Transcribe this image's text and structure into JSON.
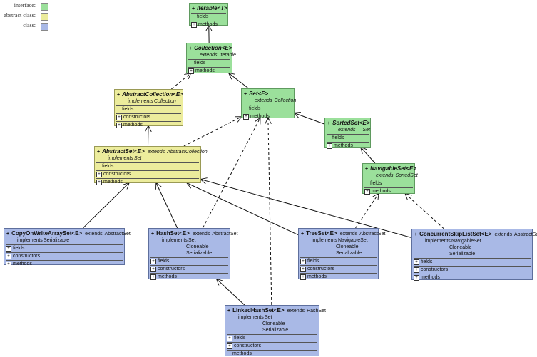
{
  "legend": [
    {
      "label": "interface:",
      "color": "#9be09b"
    },
    {
      "label": "abstract class:",
      "color": "#ecec9c"
    },
    {
      "label": "class:",
      "color": "#a9b9e6"
    }
  ],
  "nodes": {
    "iterable": {
      "name": "Iterable<T>",
      "kind": "interface",
      "rows": [],
      "sections": [
        {
          "label": "fields",
          "toggle": false
        },
        {
          "label": "methods",
          "toggle": true
        }
      ]
    },
    "collection": {
      "name": "Collection<E>",
      "kind": "interface",
      "rows": [
        {
          "rel": "extends",
          "target": "Iterable"
        }
      ],
      "sections": [
        {
          "label": "fields",
          "toggle": false
        },
        {
          "label": "methods",
          "toggle": true
        }
      ]
    },
    "abstractcollection": {
      "name": "AbstractCollection<E>",
      "kind": "abstract",
      "rows": [
        {
          "rel": "implements",
          "target": "Collection"
        }
      ],
      "sections": [
        {
          "label": "fields",
          "toggle": false
        },
        {
          "label": "constructors",
          "toggle": true
        },
        {
          "label": "methods",
          "toggle": true
        }
      ]
    },
    "set": {
      "name": "Set<E>",
      "kind": "interface",
      "rows": [
        {
          "rel": "extends",
          "target": "Collection"
        }
      ],
      "sections": [
        {
          "label": "fields",
          "toggle": false
        },
        {
          "label": "methods",
          "toggle": true
        }
      ]
    },
    "sortedset": {
      "name": "SortedSet<E>",
      "kind": "interface",
      "rows": [
        {
          "rel": "extends",
          "target": "Set"
        }
      ],
      "sections": [
        {
          "label": "fields",
          "toggle": false
        },
        {
          "label": "methods",
          "toggle": true
        }
      ]
    },
    "abstractset": {
      "name": "AbstractSet<E>",
      "kind": "abstract",
      "inline": {
        "rel": "extends",
        "target": "AbstractCollection"
      },
      "rows": [
        {
          "rel": "implements",
          "target": "Set"
        }
      ],
      "sections": [
        {
          "label": "fields",
          "toggle": false
        },
        {
          "label": "constructors",
          "toggle": true
        },
        {
          "label": "methods",
          "toggle": true
        }
      ]
    },
    "navigableset": {
      "name": "NavigableSet<E>",
      "kind": "interface",
      "rows": [
        {
          "rel": "extends",
          "target": "SortedSet"
        }
      ],
      "sections": [
        {
          "label": "fields",
          "toggle": false
        },
        {
          "label": "methods",
          "toggle": true
        }
      ]
    },
    "copyonwritearrayset": {
      "name": "CopyOnWriteArraySet<E>",
      "kind": "class",
      "inline": {
        "rel": "extends",
        "target": "AbstractSet"
      },
      "rows": [
        {
          "rel": "implements",
          "target": "Serializable"
        }
      ],
      "sections": [
        {
          "label": "fields",
          "toggle": true
        },
        {
          "label": "constructors",
          "toggle": true
        },
        {
          "label": "methods",
          "toggle": true
        }
      ]
    },
    "hashset": {
      "name": "HashSet<E>",
      "kind": "class",
      "inline": {
        "rel": "extends",
        "target": "AbstractSet"
      },
      "rows": [
        {
          "rel": "implements",
          "target": "Set"
        },
        {
          "rel": "",
          "target": "Cloneable"
        },
        {
          "rel": "",
          "target": "Serializable"
        }
      ],
      "sections": [
        {
          "label": "fields",
          "toggle": true
        },
        {
          "label": "constructors",
          "toggle": true
        },
        {
          "label": "methods",
          "toggle": true
        }
      ]
    },
    "treeset": {
      "name": "TreeSet<E>",
      "kind": "class",
      "inline": {
        "rel": "extends",
        "target": "AbstractSet"
      },
      "rows": [
        {
          "rel": "implements",
          "target": "NavigableSet"
        },
        {
          "rel": "",
          "target": "Cloneable"
        },
        {
          "rel": "",
          "target": "Serializable"
        }
      ],
      "sections": [
        {
          "label": "fields",
          "toggle": true
        },
        {
          "label": "constructors",
          "toggle": true
        },
        {
          "label": "methods",
          "toggle": true
        }
      ]
    },
    "concurrentskiplistset": {
      "name": "ConcurrentSkipListSet<E>",
      "kind": "class",
      "inline": {
        "rel": "extends",
        "target": "AbstractSet"
      },
      "rows": [
        {
          "rel": "implements",
          "target": "NavigableSet"
        },
        {
          "rel": "",
          "target": "Cloneable"
        },
        {
          "rel": "",
          "target": "Serializable"
        }
      ],
      "sections": [
        {
          "label": "fields",
          "toggle": true
        },
        {
          "label": "constructors",
          "toggle": true
        },
        {
          "label": "methods",
          "toggle": true
        }
      ]
    },
    "linkedhashset": {
      "name": "LinkedHashSet<E>",
      "kind": "class",
      "inline": {
        "rel": "extends",
        "target": "HashSet"
      },
      "rows": [
        {
          "rel": "implements",
          "target": "Set"
        },
        {
          "rel": "",
          "target": "Cloneable"
        },
        {
          "rel": "",
          "target": "Serializable"
        }
      ],
      "sections": [
        {
          "label": "fields",
          "toggle": true
        },
        {
          "label": "constructors",
          "toggle": true
        },
        {
          "label": "methods",
          "toggle": false
        }
      ]
    }
  },
  "edges": [
    {
      "from": "collection",
      "to": "iterable",
      "style": "solid"
    },
    {
      "from": "abstractcollection",
      "to": "collection",
      "style": "dashed"
    },
    {
      "from": "set",
      "to": "collection",
      "style": "solid"
    },
    {
      "from": "abstractset",
      "to": "abstractcollection",
      "style": "solid"
    },
    {
      "from": "abstractset",
      "to": "set",
      "style": "dashed"
    },
    {
      "from": "sortedset",
      "to": "set",
      "style": "solid"
    },
    {
      "from": "navigableset",
      "to": "sortedset",
      "style": "solid"
    },
    {
      "from": "copyonwritearrayset",
      "to": "abstractset",
      "style": "solid"
    },
    {
      "from": "hashset",
      "to": "abstractset",
      "style": "solid"
    },
    {
      "from": "hashset",
      "to": "set",
      "style": "dashed"
    },
    {
      "from": "treeset",
      "to": "abstractset",
      "style": "solid"
    },
    {
      "from": "treeset",
      "to": "navigableset",
      "style": "dashed"
    },
    {
      "from": "concurrentskiplistset",
      "to": "abstractset",
      "style": "solid"
    },
    {
      "from": "concurrentskiplistset",
      "to": "navigableset",
      "style": "dashed"
    },
    {
      "from": "linkedhashset",
      "to": "hashset",
      "style": "solid"
    },
    {
      "from": "linkedhashset",
      "to": "set",
      "style": "dashed"
    }
  ]
}
